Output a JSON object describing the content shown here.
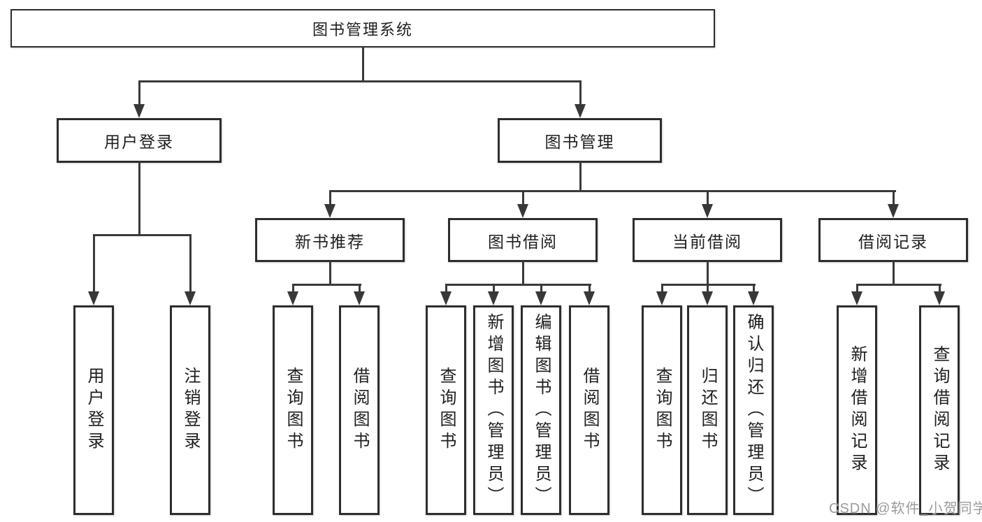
{
  "diagram_type": "functional-structure-tree",
  "colors": {
    "background": "#ffffff",
    "box_border": "#2d2d2d",
    "box_fill": "#ffffff",
    "line": "#3a3a3a",
    "text": "#1e1e1e",
    "watermark": "#9b9b9b"
  },
  "watermark": {
    "text": "CSDN @软件_小贺同学"
  },
  "tree": {
    "label": "图书管理系统",
    "children": [
      {
        "label": "用户登录",
        "children": [
          {
            "label": "用户登录"
          },
          {
            "label": "注销登录"
          }
        ]
      },
      {
        "label": "图书管理",
        "children": [
          {
            "label": "新书推荐",
            "children": [
              {
                "label": "查询图书"
              },
              {
                "label": "借阅图书"
              }
            ]
          },
          {
            "label": "图书借阅",
            "children": [
              {
                "label": "查询图书"
              },
              {
                "label": "新增图书（管理员）"
              },
              {
                "label": "编辑图书（管理员）"
              },
              {
                "label": "借阅图书"
              }
            ]
          },
          {
            "label": "当前借阅",
            "children": [
              {
                "label": "查询图书"
              },
              {
                "label": "归还图书"
              },
              {
                "label": "确认归还（管理员）"
              }
            ]
          },
          {
            "label": "借阅记录",
            "children": [
              {
                "label": "新增借阅记录"
              },
              {
                "label": "查询借阅记录"
              }
            ]
          }
        ]
      }
    ]
  }
}
